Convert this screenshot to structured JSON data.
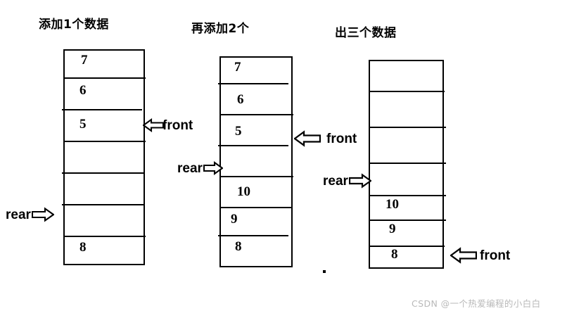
{
  "figure": {
    "watermark": "CSDN @一个热爱编程的小白白",
    "stray_dot": "."
  },
  "panels": [
    {
      "id": "panel-1",
      "title": "添加1个数据",
      "cells": [
        {
          "value": "7"
        },
        {
          "value": "6"
        },
        {
          "value": "5"
        },
        {
          "value": ""
        },
        {
          "value": ""
        },
        {
          "value": ""
        },
        {
          "value": "8"
        }
      ],
      "pointers": [
        {
          "name": "front",
          "label": "front",
          "direction": "left",
          "cell_index": 2
        },
        {
          "name": "rear",
          "label": "rear",
          "direction": "right",
          "cell_index": 5
        }
      ]
    },
    {
      "id": "panel-2",
      "title": "再添加2个",
      "cells": [
        {
          "value": "7"
        },
        {
          "value": "6"
        },
        {
          "value": "5"
        },
        {
          "value": ""
        },
        {
          "value": "10"
        },
        {
          "value": "9"
        },
        {
          "value": "8"
        }
      ],
      "pointers": [
        {
          "name": "front",
          "label": "front",
          "direction": "left",
          "cell_index": 2
        },
        {
          "name": "rear",
          "label": "rear",
          "direction": "right",
          "cell_index": 3
        }
      ]
    },
    {
      "id": "panel-3",
      "title": "出三个数据",
      "cells": [
        {
          "value": ""
        },
        {
          "value": ""
        },
        {
          "value": ""
        },
        {
          "value": ""
        },
        {
          "value": "10"
        },
        {
          "value": "9"
        },
        {
          "value": "8"
        }
      ],
      "pointers": [
        {
          "name": "rear",
          "label": "rear",
          "direction": "right",
          "cell_index": 3
        },
        {
          "name": "front",
          "label": "front",
          "direction": "left",
          "cell_index": 6
        }
      ]
    }
  ],
  "colors": {
    "stroke": "#000000",
    "background": "#ffffff",
    "watermark": "#b9b9b9"
  }
}
